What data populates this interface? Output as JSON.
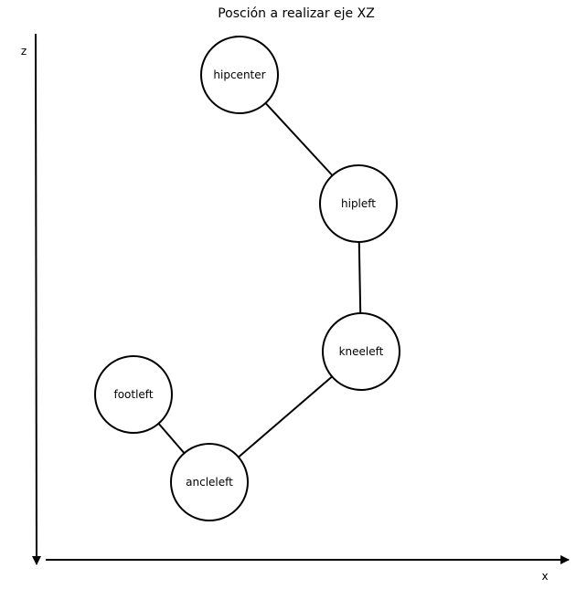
{
  "title": "Posción a realizar eje XZ",
  "axes": {
    "x_label": "x",
    "z_label": "z"
  },
  "nodes": [
    {
      "id": "hipcenter",
      "label": "hipcenter"
    },
    {
      "id": "hipleft",
      "label": "hipleft"
    },
    {
      "id": "kneeleft",
      "label": "kneeleft"
    },
    {
      "id": "ancleleft",
      "label": "ancleleft"
    },
    {
      "id": "footleft",
      "label": "footleft"
    }
  ],
  "edges": [
    {
      "from": "hipcenter",
      "to": "hipleft"
    },
    {
      "from": "hipleft",
      "to": "kneeleft"
    },
    {
      "from": "kneeleft",
      "to": "ancleleft"
    },
    {
      "from": "ancleleft",
      "to": "footleft"
    }
  ]
}
